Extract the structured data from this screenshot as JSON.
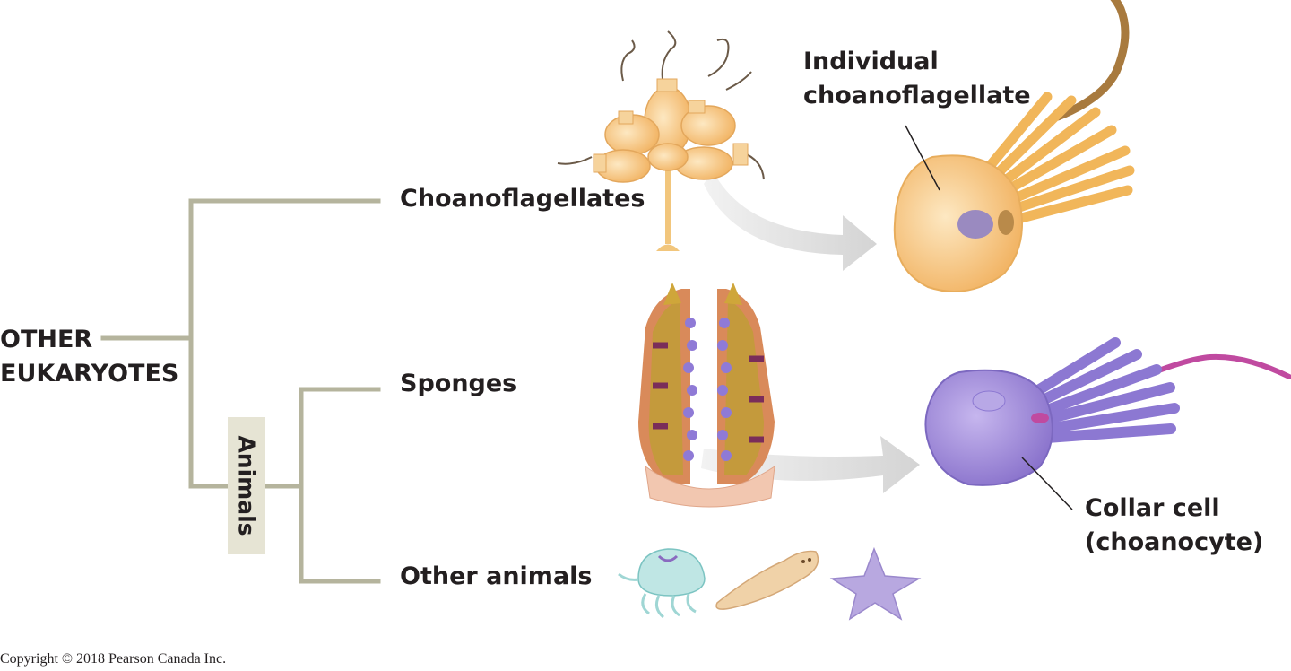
{
  "tree": {
    "root_label_lines": [
      "OTHER",
      "EUKARYOTES"
    ],
    "clade_label": "Animals",
    "leaves": [
      "Choanoflagellates",
      "Sponges",
      "Other animals"
    ],
    "line_color": "#b5b49d"
  },
  "callouts": {
    "choanoflagellate": [
      "Individual",
      "choanoflagellate"
    ],
    "collar_cell": [
      "Collar cell",
      "(choanocyte)"
    ]
  },
  "illustrations": [
    "choanoflagellate-colony-icon",
    "individual-choanoflagellate-icon",
    "sponge-cross-section-icon",
    "collar-cell-icon",
    "jellyfish-icon",
    "flatworm-icon",
    "sea-star-icon"
  ],
  "colors": {
    "choanoflagellate": "#f6c680",
    "collar_cell": "#9a84d4",
    "arrow": "#d9d9d9"
  },
  "copyright": "Copyright © 2018 Pearson Canada Inc."
}
